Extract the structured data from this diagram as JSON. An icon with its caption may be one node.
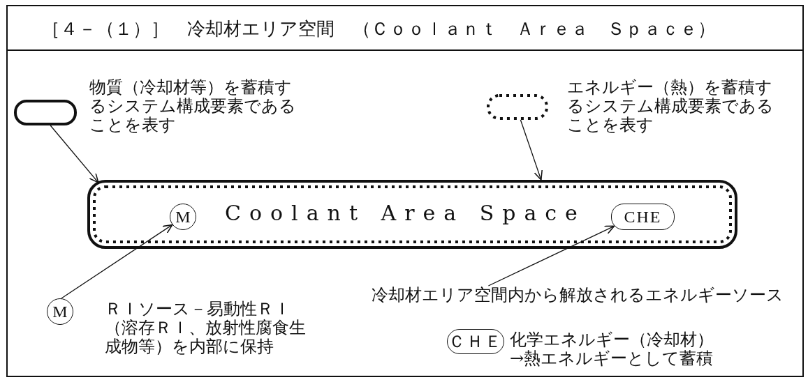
{
  "diagram": {
    "title": "［４－（１）］　冷却材エリア空間　（Ｃｏｏｌａｎｔ　Ａｒｅａ　Ｓｐａｃｅ）",
    "nodes": [
      {
        "text": [
          "Coolant Area Space"
        ]
      },
      {
        "text": [
          "M"
        ],
        "in": 0
      },
      {
        "text": [
          "CHE"
        ],
        "in": 0
      },
      {
        "text": [],
        "shape": "box",
        "beside": [
          "物質（冷却材等）を蓄積するシステム構成要素であることを表す"
        ]
      },
      {
        "text": [],
        "shape": "box",
        "beside": [
          "エネルギー（熱）を蓄積するシステム構成要素であることを表す"
        ]
      },
      {
        "text": [
          "M"
        ],
        "beside": [
          "ＲＩソース－易動性ＲＩ（溶存ＲＩ、放射性腐食生成物等）を内部に保持"
        ]
      },
      {
        "text": [
          "冷却材エリア空間内から解放されるエネルギーソース"
        ]
      },
      {
        "text": [
          "ＣＨＥ"
        ],
        "beside": [
          "化学エネルギー（冷却材）→熱エネルギーとして蓄積"
        ]
      }
    ],
    "edges": [
      {
        "from": 3,
        "to": 0,
        "arrow": "to"
      },
      {
        "from": 4,
        "to": 0,
        "arrow": "to"
      },
      {
        "from": 5,
        "to": 1,
        "arrow": "to"
      },
      {
        "from": 6,
        "to": 2,
        "arrow": "to"
      }
    ]
  }
}
